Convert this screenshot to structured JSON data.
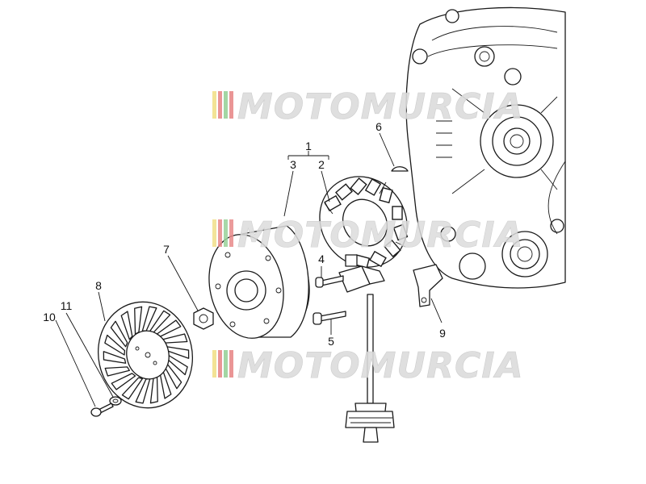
{
  "diagram": {
    "callouts": [
      "1",
      "2",
      "3",
      "4",
      "5",
      "6",
      "7",
      "8",
      "9",
      "10",
      "11"
    ],
    "watermark": "MOTOMURCIA",
    "colors": {
      "line": "#1a1a1a",
      "watermark_text": "#dcdcdc",
      "stripe_yellow": "#f2e08a",
      "stripe_red": "#e88a8a",
      "stripe_green": "#9ad29a"
    }
  }
}
